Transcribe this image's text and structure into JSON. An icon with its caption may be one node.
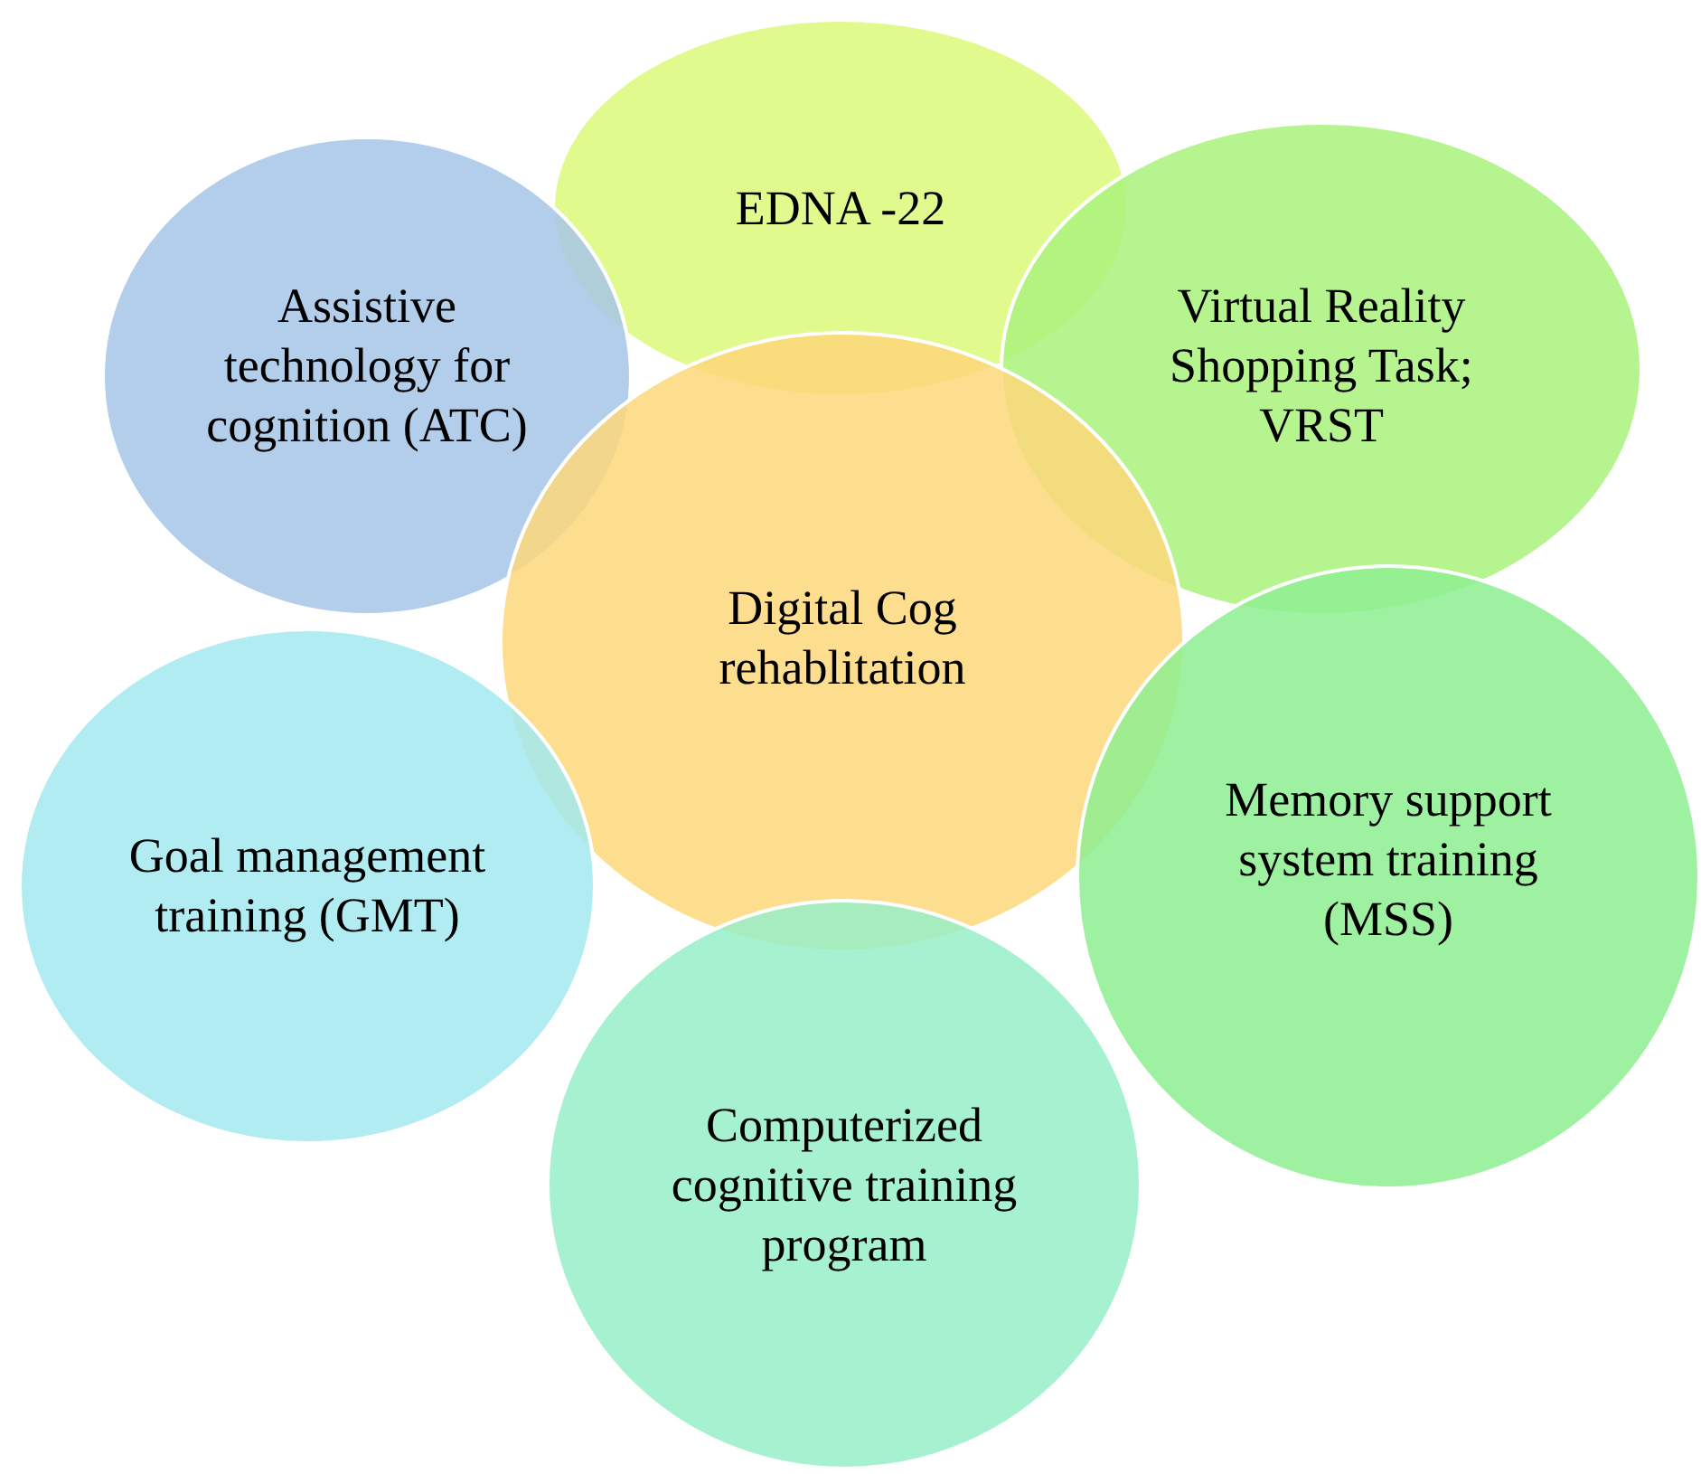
{
  "diagram": {
    "nodes": [
      {
        "text": [
          "EDNA -22"
        ]
      },
      {
        "text": [
          "Assistive technology for cognition (ATC)"
        ]
      },
      {
        "text": [
          "Virtual Reality Shopping Task; VRST"
        ]
      },
      {
        "text": [
          "Digital Cog rehablitation"
        ]
      },
      {
        "text": [
          "Memory support system training (MSS)"
        ]
      },
      {
        "text": [
          "Goal management training (GMT)"
        ]
      },
      {
        "text": [
          "Computerized cognitive training program"
        ]
      }
    ]
  }
}
